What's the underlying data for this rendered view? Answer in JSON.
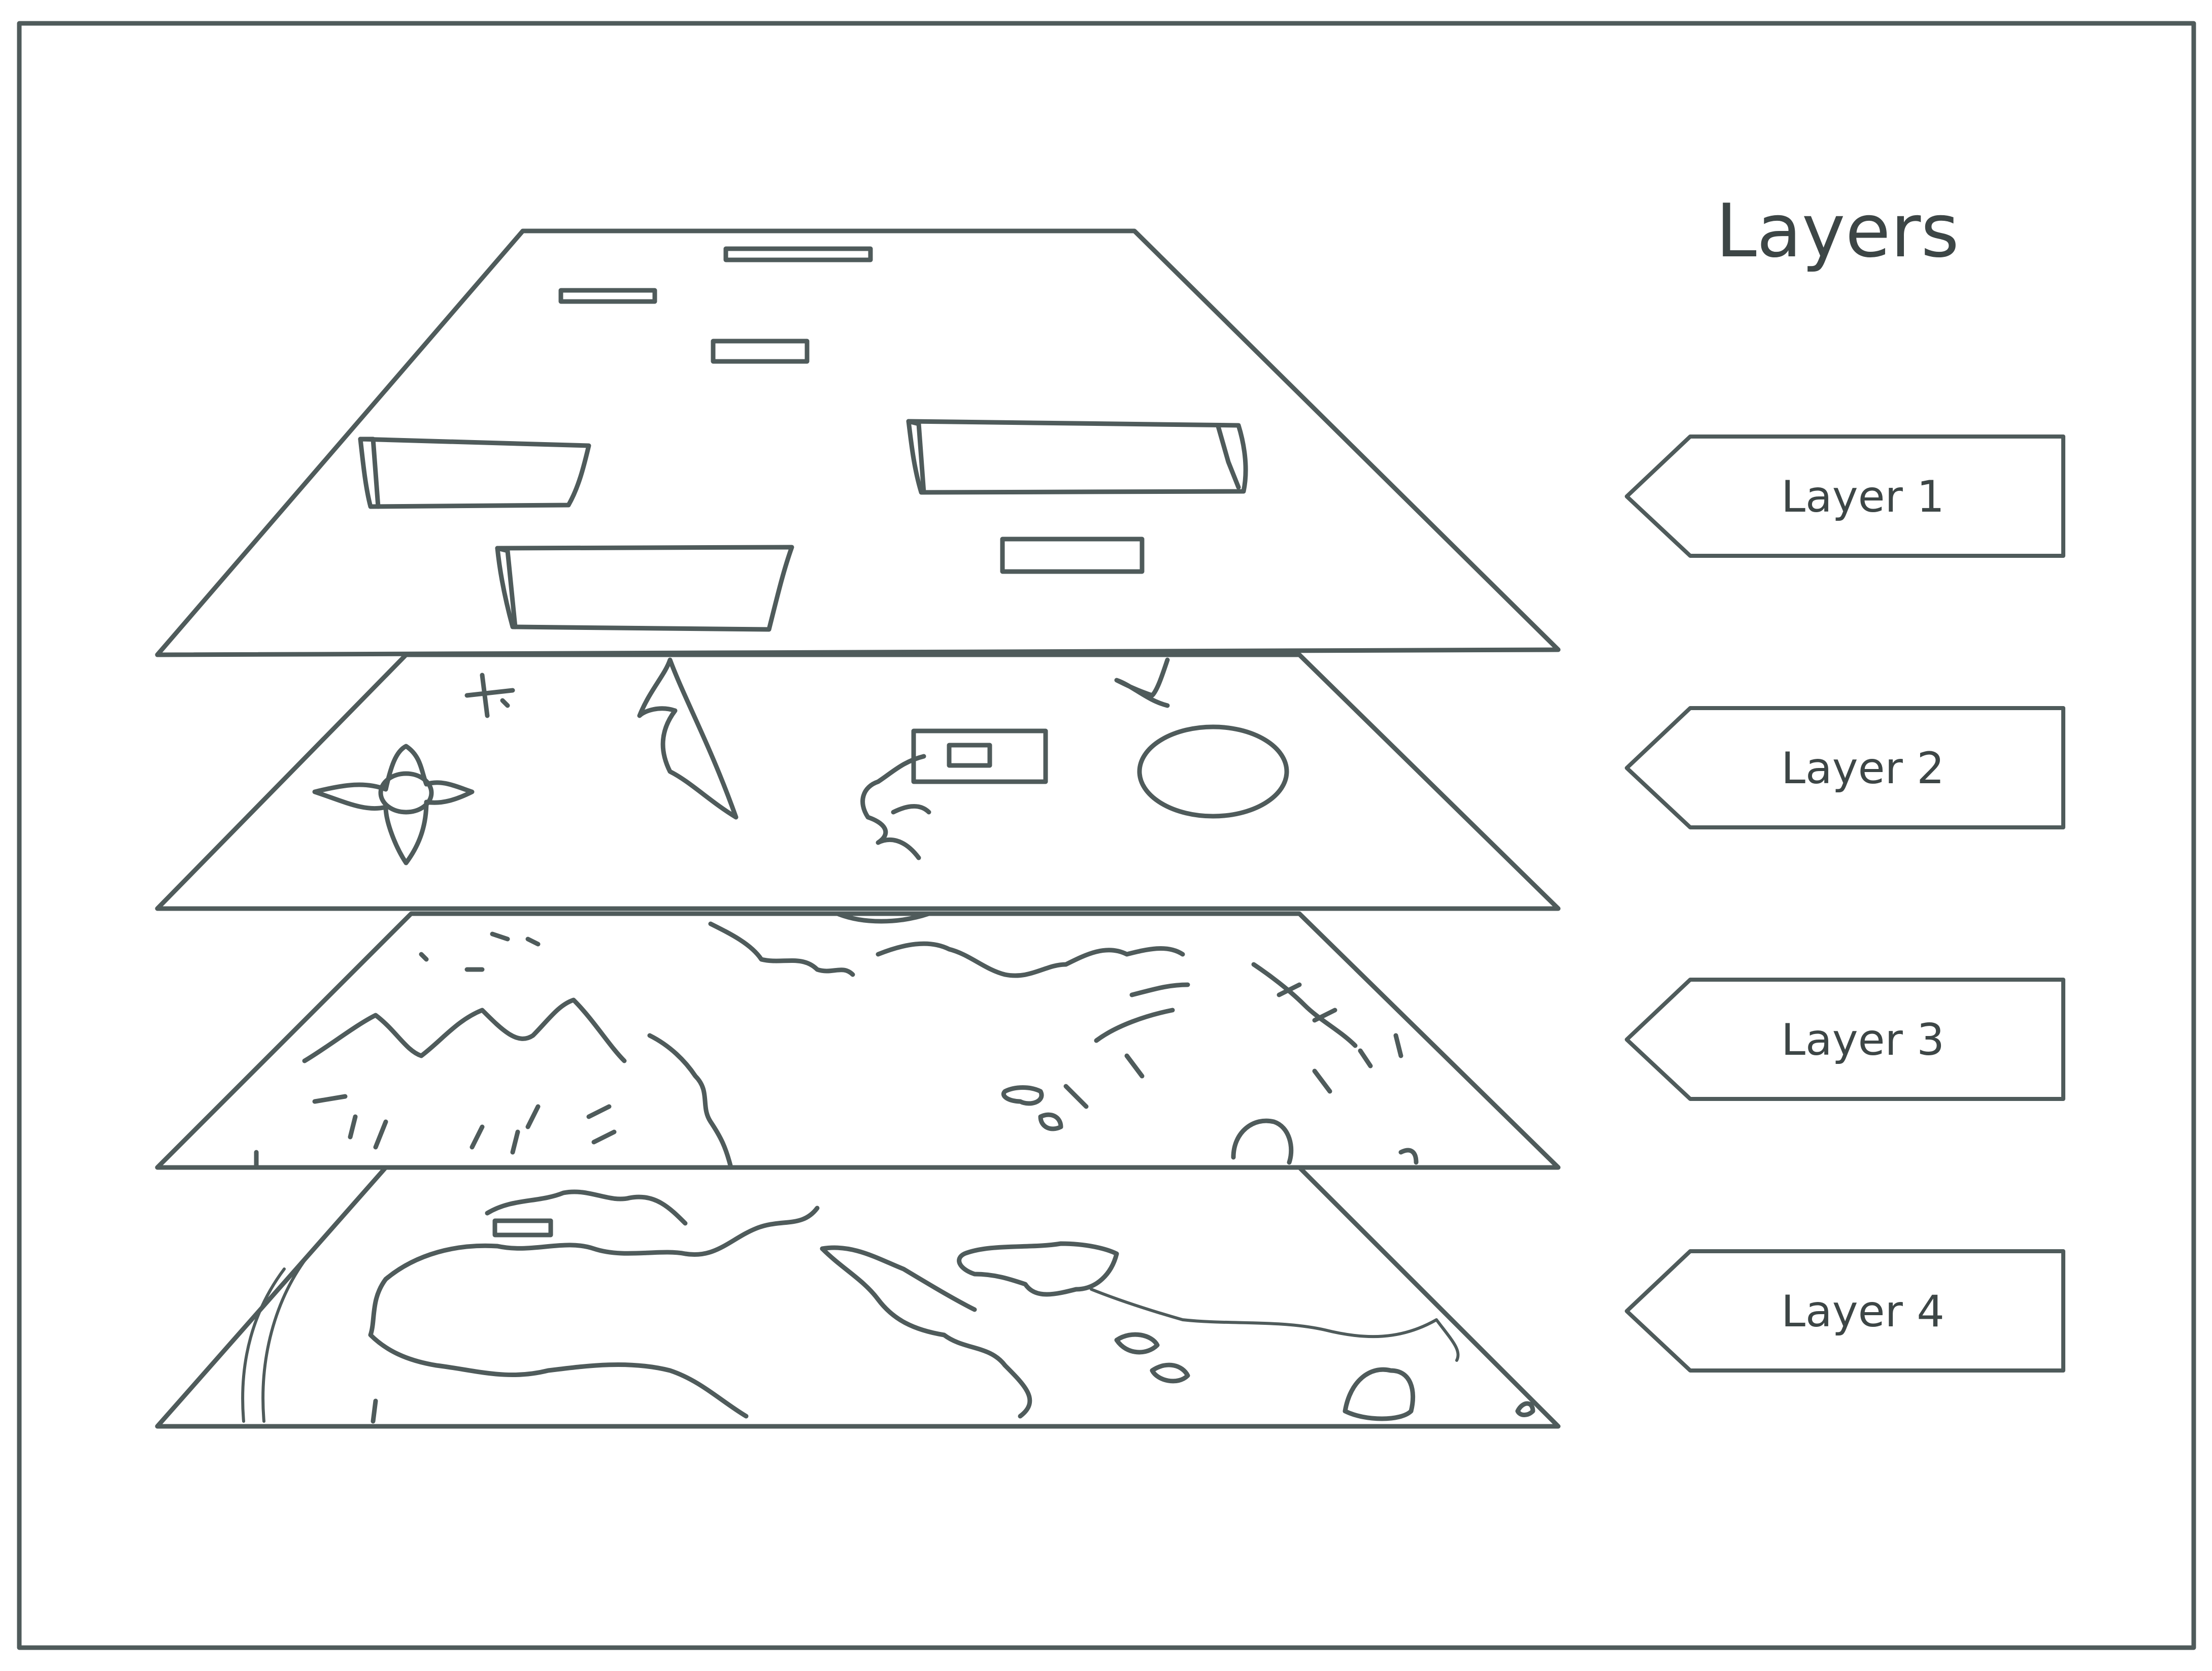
{
  "diagram": {
    "title": "Layers",
    "layers": [
      {
        "label": "Layer 1"
      },
      {
        "label": "Layer 2"
      },
      {
        "label": "Layer 3"
      },
      {
        "label": "Layer 4"
      }
    ]
  },
  "colors": {
    "ink": "#4f5b5b",
    "text": "#3d4646",
    "background": "#ffffff"
  }
}
